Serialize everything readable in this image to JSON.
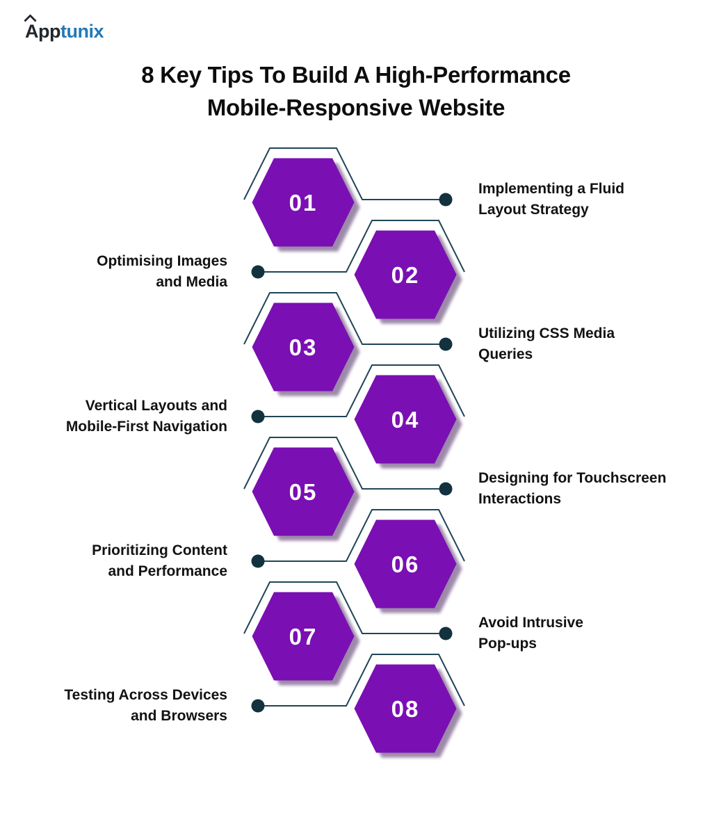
{
  "brand": {
    "part1": "App",
    "part2": "tunix"
  },
  "title": {
    "line1": "8 Key Tips To Build A High-Performance",
    "line2": "Mobile-Responsive Website"
  },
  "colors": {
    "hex_fill": "#7a0fb3",
    "hex_shadow": "#3d1556",
    "line": "#1f4557",
    "dot": "#12323e",
    "number_text": "#ffffff",
    "label_text": "#121212",
    "brand_dark": "#22262d",
    "brand_blue": "#2179b8"
  },
  "items": [
    {
      "number": "01",
      "side": "right",
      "label": "Implementing a Fluid Layout Strategy",
      "label_lines": [
        "Implementing a Fluid",
        "Layout Strategy"
      ]
    },
    {
      "number": "02",
      "side": "left",
      "label": "Optimising Images and Media",
      "label_lines": [
        "Optimising Images",
        "and Media"
      ]
    },
    {
      "number": "03",
      "side": "right",
      "label": "Utilizing CSS Media Queries",
      "label_lines": [
        "Utilizing CSS Media",
        "Queries"
      ]
    },
    {
      "number": "04",
      "side": "left",
      "label": "Vertical Layouts and Mobile-First Navigation",
      "label_lines": [
        "Vertical Layouts and",
        "Mobile-First Navigation"
      ]
    },
    {
      "number": "05",
      "side": "right",
      "label": "Designing for Touchscreen Interactions",
      "label_lines": [
        "Designing for Touchscreen",
        "Interactions"
      ]
    },
    {
      "number": "06",
      "side": "left",
      "label": "Prioritizing Content and Performance",
      "label_lines": [
        "Prioritizing Content",
        "and Performance"
      ]
    },
    {
      "number": "07",
      "side": "right",
      "label": "Avoid Intrusive Pop-ups",
      "label_lines": [
        "Avoid Intrusive",
        "Pop-ups"
      ]
    },
    {
      "number": "08",
      "side": "left",
      "label": "Testing Across Devices and Browsers",
      "label_lines": [
        "Testing Across Devices",
        "and Browsers"
      ]
    }
  ]
}
